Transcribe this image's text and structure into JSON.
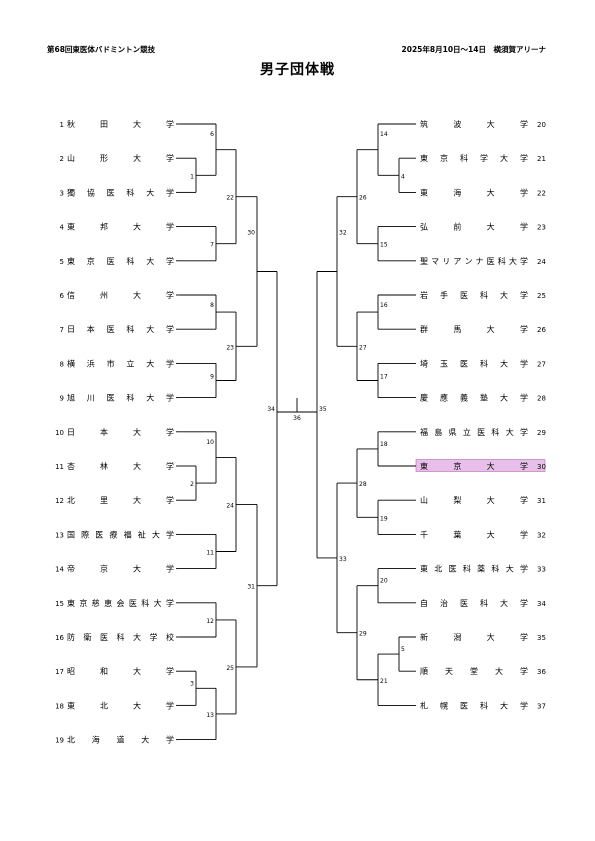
{
  "header": {
    "left": "第68回東医体バドミントン競技",
    "right": "2025年8月10日～14日　横須賀アリーナ"
  },
  "title": "男子団体戦",
  "colors": {
    "highlight": "#e8bfe8",
    "highlight_border": "#b46ab4"
  },
  "left_teams": [
    {
      "seed": "1",
      "name": "秋田大学"
    },
    {
      "seed": "2",
      "name": "山形大学"
    },
    {
      "seed": "3",
      "name": "獨協医科大学"
    },
    {
      "seed": "4",
      "name": "東邦大学"
    },
    {
      "seed": "5",
      "name": "東京医科大学"
    },
    {
      "seed": "6",
      "name": "信州大学"
    },
    {
      "seed": "7",
      "name": "日本医科大学"
    },
    {
      "seed": "8",
      "name": "横浜市立大学"
    },
    {
      "seed": "9",
      "name": "旭川医科大学"
    },
    {
      "seed": "10",
      "name": "日本大学"
    },
    {
      "seed": "11",
      "name": "杏林大学"
    },
    {
      "seed": "12",
      "name": "北里大学"
    },
    {
      "seed": "13",
      "name": "国際医療福祉大学"
    },
    {
      "seed": "14",
      "name": "帝京大学"
    },
    {
      "seed": "15",
      "name": "東京慈恵会医科大学"
    },
    {
      "seed": "16",
      "name": "防衛医科大学校"
    },
    {
      "seed": "17",
      "name": "昭和大学"
    },
    {
      "seed": "18",
      "name": "東北大学"
    },
    {
      "seed": "19",
      "name": "北海道大学"
    }
  ],
  "right_teams": [
    {
      "seed": "20",
      "name": "筑波大学"
    },
    {
      "seed": "21",
      "name": "東京科学大学"
    },
    {
      "seed": "22",
      "name": "東海大学"
    },
    {
      "seed": "23",
      "name": "弘前大学"
    },
    {
      "seed": "24",
      "name": "聖マリアンナ医科大学"
    },
    {
      "seed": "25",
      "name": "岩手医科大学"
    },
    {
      "seed": "26",
      "name": "群馬大学"
    },
    {
      "seed": "27",
      "name": "埼玉医科大学"
    },
    {
      "seed": "28",
      "name": "慶應義塾大学"
    },
    {
      "seed": "29",
      "name": "福島県立医科大学"
    },
    {
      "seed": "30",
      "name": "東京大学",
      "highlight": true
    },
    {
      "seed": "31",
      "name": "山梨大学"
    },
    {
      "seed": "32",
      "name": "千葉大学"
    },
    {
      "seed": "33",
      "name": "東北医科薬科大学"
    },
    {
      "seed": "34",
      "name": "自治医科大学"
    },
    {
      "seed": "35",
      "name": "新潟大学"
    },
    {
      "seed": "36",
      "name": "順天堂大学"
    },
    {
      "seed": "37",
      "name": "札幌医科大学"
    }
  ],
  "match_numbers": [
    "1",
    "2",
    "3",
    "4",
    "5",
    "6",
    "7",
    "8",
    "9",
    "10",
    "11",
    "12",
    "13",
    "14",
    "15",
    "16",
    "17",
    "18",
    "19",
    "20",
    "21",
    "22",
    "23",
    "24",
    "25",
    "26",
    "27",
    "28",
    "29",
    "30",
    "31",
    "32",
    "33",
    "34",
    "35",
    "36"
  ]
}
